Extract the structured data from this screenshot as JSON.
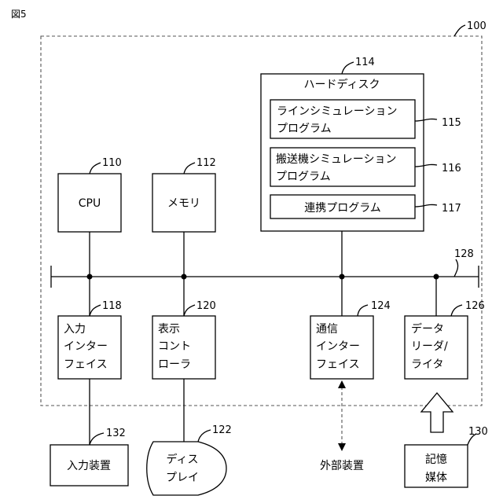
{
  "figure_label": "図5",
  "refs": {
    "system": "100",
    "cpu": "110",
    "memory": "112",
    "hdd": "114",
    "line_sim": "115",
    "conveyor_sim": "116",
    "link_prog": "117",
    "input_if": "118",
    "display_ctrl": "120",
    "display": "122",
    "comm_if": "124",
    "reader_writer": "126",
    "bus": "128",
    "medium": "130",
    "input_device": "132"
  },
  "labels": {
    "cpu": "CPU",
    "memory": "メモリ",
    "hdd": "ハードディスク",
    "line_sim": [
      "ラインシミュレーション",
      "プログラム"
    ],
    "conveyor_sim": [
      "搬送機シミュレーション",
      "プログラム"
    ],
    "link_prog": "連携プログラム",
    "input_if": [
      "入力",
      "インター",
      "フェイス"
    ],
    "display_ctrl": [
      "表示",
      "コント",
      "ローラ"
    ],
    "comm_if": [
      "通信",
      "インター",
      "フェイス"
    ],
    "reader_writer": [
      "データ",
      "リーダ/",
      "ライタ"
    ],
    "input_device": "入力装置",
    "display": [
      "ディス",
      "プレイ"
    ],
    "external": "外部装置",
    "medium": [
      "記憶",
      "媒体"
    ]
  }
}
